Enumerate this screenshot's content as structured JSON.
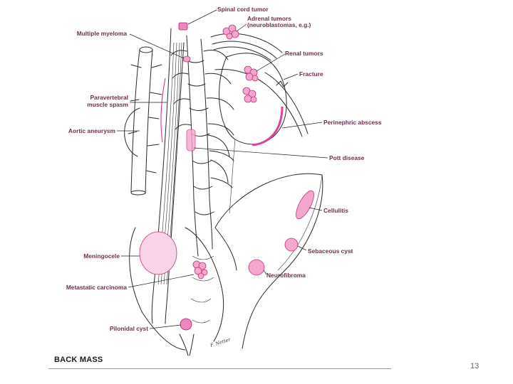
{
  "figure": {
    "caption": "BACK MASS",
    "page_number": "13",
    "signature": "F. Netter",
    "labels": {
      "spinal_cord_tumor": "Spinal cord tumor",
      "adrenal_tumors_1": "Adrenal tumors",
      "adrenal_tumors_2": "(neuroblastomas, e.g.)",
      "multiple_myeloma": "Multiple myeloma",
      "renal_tumors": "Renal tumors",
      "fracture": "Fracture",
      "paravertebral_1": "Paravertebral",
      "paravertebral_2": "muscle spasm",
      "perinephric_abscess": "Perinephric abscess",
      "aortic_aneurysm": "Aortic aneurysm",
      "pott_disease": "Pott disease",
      "cellulitis": "Cellulitis",
      "meningocele": "Meningocele",
      "sebaceous_cyst": "Sebaceous cyst",
      "neurofibroma": "Neurofibroma",
      "metastatic_carcinoma": "Metastatic carcinoma",
      "pilonidal_cyst": "Pilonidal cyst"
    }
  },
  "colors": {
    "lesion_fill": "#f4a6cf",
    "lesion_stroke": "#c2337e",
    "label_text": "#6a3050",
    "line_ink": "#2a2a2a"
  }
}
